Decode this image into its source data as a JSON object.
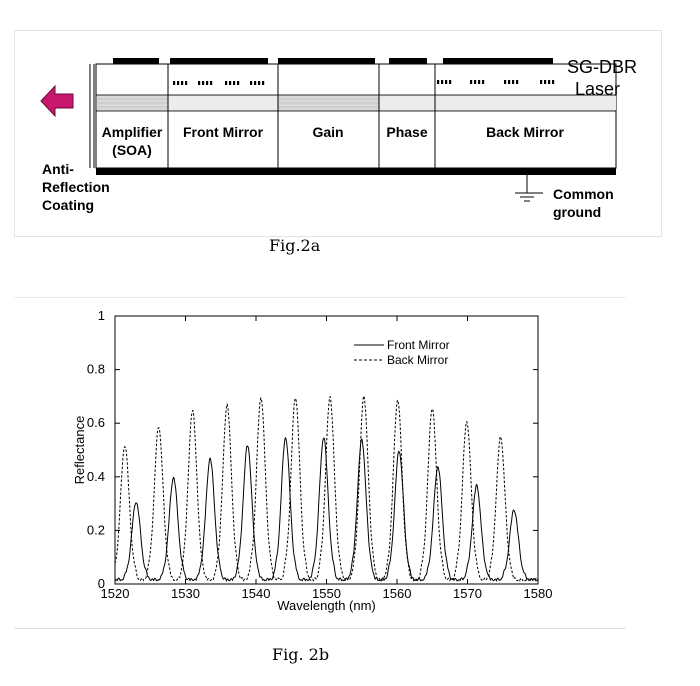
{
  "fig2a": {
    "caption": "Fig.2a",
    "laser_label_line1": "SG-DBR",
    "laser_label_line2": "Laser",
    "sections": [
      "Amplifier",
      "Front Mirror",
      "Gain",
      "Phase",
      "Back Mirror"
    ],
    "amplifier_sub": "(SOA)",
    "coating_lines": [
      "Anti-",
      "Reflection",
      "Coating"
    ],
    "ground_lines": [
      "Common",
      "ground"
    ],
    "arrow_color": "#c8186e"
  },
  "fig2b": {
    "caption": "Fig. 2b"
  },
  "chart_data": {
    "type": "line",
    "title": "",
    "xlabel": "Wavelength (nm)",
    "ylabel": "Reflectance",
    "xlim": [
      1520,
      1580
    ],
    "ylim": [
      0,
      1
    ],
    "x_ticks": [
      1520,
      1530,
      1540,
      1550,
      1560,
      1570,
      1580
    ],
    "y_ticks": [
      0,
      0.2,
      0.4,
      0.6,
      0.8,
      1
    ],
    "y_tick_labels": [
      "0",
      "0.2",
      "0.4",
      "0.6",
      "0.8",
      "1"
    ],
    "grid": false,
    "legend_position": "top-right",
    "series": [
      {
        "name": "Front Mirror",
        "style": "solid",
        "peaks_x": [
          1523.0,
          1528.3,
          1533.5,
          1538.8,
          1544.2,
          1549.6,
          1555.0,
          1560.3,
          1565.8,
          1571.3,
          1576.6
        ],
        "peaks_y": [
          0.29,
          0.38,
          0.45,
          0.5,
          0.53,
          0.53,
          0.52,
          0.48,
          0.42,
          0.35,
          0.26
        ]
      },
      {
        "name": "Back Mirror",
        "style": "dashed",
        "peaks_x": [
          1521.4,
          1526.2,
          1531.0,
          1535.9,
          1540.7,
          1545.6,
          1550.5,
          1555.3,
          1560.1,
          1565.0,
          1569.9,
          1574.7
        ],
        "peaks_y": [
          0.5,
          0.57,
          0.63,
          0.65,
          0.68,
          0.68,
          0.68,
          0.68,
          0.67,
          0.64,
          0.59,
          0.53
        ]
      }
    ]
  }
}
